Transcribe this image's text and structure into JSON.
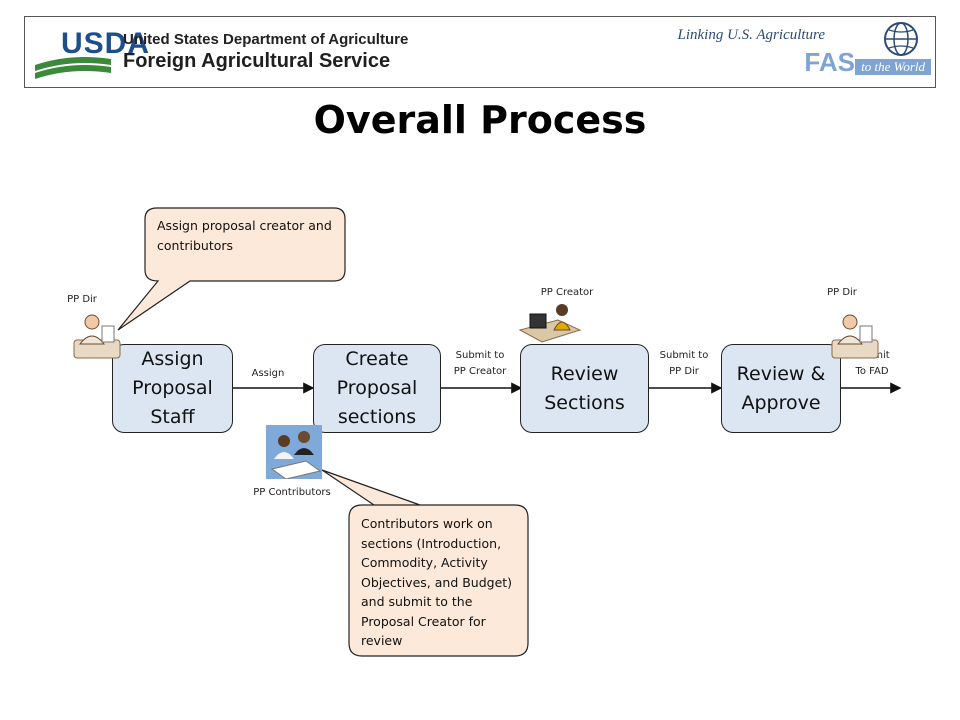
{
  "header": {
    "agency_logo": "USDA",
    "department": "United States Department of Agriculture",
    "agency": "Foreign Agricultural Service",
    "slogan": "Linking U.S. Agriculture",
    "fas_logo": "FAS",
    "slogan_tail": "to the World"
  },
  "title": "Overall Process",
  "steps": [
    {
      "label": "Assign\nProposal\nStaff"
    },
    {
      "label": "Create\nProposal\nsections"
    },
    {
      "label": "Review\nSections"
    },
    {
      "label": "Review &\nApprove"
    }
  ],
  "arrows": [
    {
      "label": "Assign"
    },
    {
      "label": "Submit to\nPP Creator"
    },
    {
      "label": "Submit to\nPP Dir"
    },
    {
      "label": "Submit\nTo FAD"
    }
  ],
  "actors": [
    {
      "label": "PP Dir",
      "icon": "businessman-at-desk-icon"
    },
    {
      "label": "PP Creator",
      "icon": "woman-at-computer-icon"
    },
    {
      "label": "PP Dir",
      "icon": "businessman-at-desk-icon"
    },
    {
      "label": "PP Contributors",
      "icon": "team-meeting-icon"
    }
  ],
  "callouts": [
    {
      "text": "Assign proposal creator and contributors"
    },
    {
      "text": "Contributors work on sections (Introduction, Commodity, Activity Objectives, and Budget) and submit to the Proposal Creator for review"
    }
  ],
  "colors": {
    "box_fill": "#dce6f2",
    "callout_fill": "#fde9d9",
    "usda_blue": "#1f4e8c",
    "usda_green": "#3a8a3a"
  }
}
